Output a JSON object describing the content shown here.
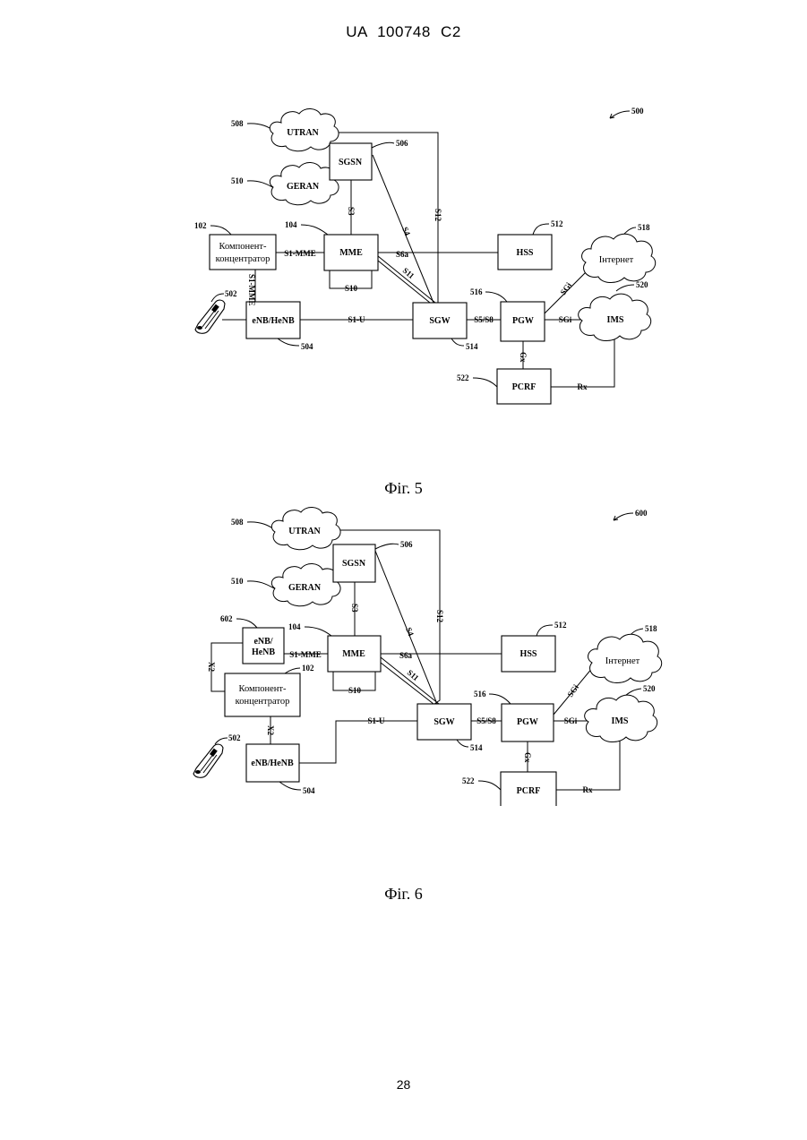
{
  "header": "UA 100748 C2",
  "page_number": "28",
  "fig5": {
    "caption": "Фіг. 5",
    "ref": "500",
    "nodes": {
      "utran": "UTRAN",
      "geran": "GERAN",
      "sgsn": "SGSN",
      "mme": "MME",
      "hss": "HSS",
      "hub_line1": "Компонент-",
      "hub_line2": "концентратор",
      "enb": "eNB/HeNB",
      "sgw": "SGW",
      "pgw": "PGW",
      "pcrf": "PCRF",
      "internet": "Інтернет",
      "ims": "IMS"
    },
    "refs": {
      "utran": "508",
      "geran": "510",
      "sgsn": "506",
      "mme": "104",
      "hub": "102",
      "hss": "512",
      "internet": "518",
      "ue": "502",
      "enb": "504",
      "pgw": "516",
      "ims": "520",
      "sgw": "514",
      "pcrf": "522"
    },
    "links": {
      "s3": "S3",
      "s4": "S4",
      "s12": "S12",
      "s6a": "S6a",
      "s11": "S11",
      "s1mme": "S1-MME",
      "s1mme_vert": "S1-MME",
      "s10": "S10",
      "s1u": "S1-U",
      "s5s8": "S5/S8",
      "sgi_internet": "SGi",
      "sgi_ims": "SGi",
      "gx": "Gx",
      "rx": "Rx"
    }
  },
  "fig6": {
    "caption": "Фіг. 6",
    "ref": "600",
    "nodes": {
      "utran": "UTRAN",
      "geran": "GERAN",
      "sgsn": "SGSN",
      "mme": "MME",
      "hss": "HSS",
      "enb_top_line1": "eNB/",
      "enb_top_line2": "HeNB",
      "hub_line1": "Компонент-",
      "hub_line2": "концентратор",
      "enb": "eNB/HeNB",
      "sgw": "SGW",
      "pgw": "PGW",
      "pcrf": "PCRF",
      "internet": "Інтернет",
      "ims": "IMS"
    },
    "refs": {
      "utran": "508",
      "geran": "510",
      "sgsn": "506",
      "mme": "104",
      "enb_top": "602",
      "hub": "102",
      "hss": "512",
      "internet": "518",
      "ue": "502",
      "enb": "504",
      "pgw": "516",
      "ims": "520",
      "sgw": "514",
      "pcrf": "522"
    },
    "links": {
      "s3": "S3",
      "s4": "S4",
      "s12": "S12",
      "s6a": "S6a",
      "s11": "S11",
      "s1mme": "S1-MME",
      "x2_left": "X2",
      "x2_bottom": "X2",
      "s10": "S10",
      "s1u": "S1-U",
      "s5s8": "S5/S8",
      "sgi_internet": "SGi",
      "sgi_ims": "SGi",
      "gx": "Gx",
      "rx": "Rx"
    }
  }
}
